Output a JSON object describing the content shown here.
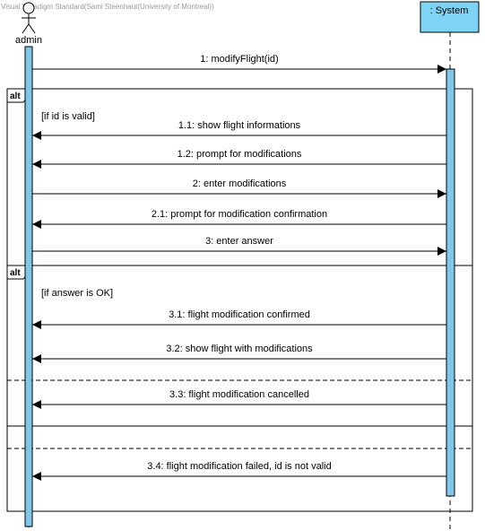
{
  "watermark": "Visual Paradigm Standard(Sami Steenhaut(University of Montreal))",
  "actor": {
    "name": "admin"
  },
  "system": {
    "name": ": System"
  },
  "messages": [
    {
      "text": "1: modifyFlight(id)",
      "direction": "to-system"
    },
    {
      "text": "1.1: show flight informations",
      "direction": "to-actor"
    },
    {
      "text": "1.2: prompt for modifications",
      "direction": "to-actor"
    },
    {
      "text": "2: enter modifications",
      "direction": "to-system"
    },
    {
      "text": "2.1: prompt for modification confirmation",
      "direction": "to-actor"
    },
    {
      "text": "3: enter answer",
      "direction": "to-system"
    },
    {
      "text": "3.1: flight modification confirmed",
      "direction": "to-actor"
    },
    {
      "text": "3.2: show flight with modifications",
      "direction": "to-actor"
    },
    {
      "text": "3.3: flight modification cancelled",
      "direction": "to-actor"
    },
    {
      "text": "3.4: flight modification failed, id is not valid",
      "direction": "to-actor"
    }
  ],
  "fragments": {
    "outer": {
      "operator": "alt",
      "guard": "[if id is valid]"
    },
    "inner": {
      "operator": "alt",
      "guard": "[if answer is OK]"
    }
  },
  "colors": {
    "lifeline_box": "#7fd3f5",
    "activation": "#7fc6ea",
    "frame_border": "#000000"
  }
}
